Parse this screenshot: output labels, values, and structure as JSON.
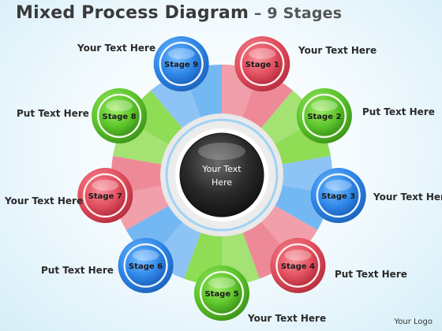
{
  "title": {
    "main": "Mixed Process Diagram",
    "dash": " – ",
    "sub": "9 Stages"
  },
  "center": {
    "line1": "Your Text",
    "line2": "Here"
  },
  "colors": {
    "blue": "#2f87e8",
    "green": "#5cc52b",
    "red": "#e2505f",
    "wedge_blue": "#74b8f3",
    "wedge_green": "#8fdc55",
    "wedge_red": "#ee8a98",
    "hub": "#2a2a2a"
  },
  "stages": [
    {
      "label": "Stage 1",
      "color": "red",
      "text": "Your Text Here"
    },
    {
      "label": "Stage 2",
      "color": "green",
      "text": "Put Text Here"
    },
    {
      "label": "Stage 3",
      "color": "blue",
      "text": "Your Text Here"
    },
    {
      "label": "Stage 4",
      "color": "red",
      "text": "Put Text Here"
    },
    {
      "label": "Stage 5",
      "color": "green",
      "text": "Your Text Here"
    },
    {
      "label": "Stage 6",
      "color": "blue",
      "text": "Put Text Here"
    },
    {
      "label": "Stage 7",
      "color": "red",
      "text": "Your Text Here"
    },
    {
      "label": "Stage 8",
      "color": "green",
      "text": "Put Text Here"
    },
    {
      "label": "Stage 9",
      "color": "blue",
      "text": "Your Text Here"
    }
  ],
  "logo": "Your Logo"
}
